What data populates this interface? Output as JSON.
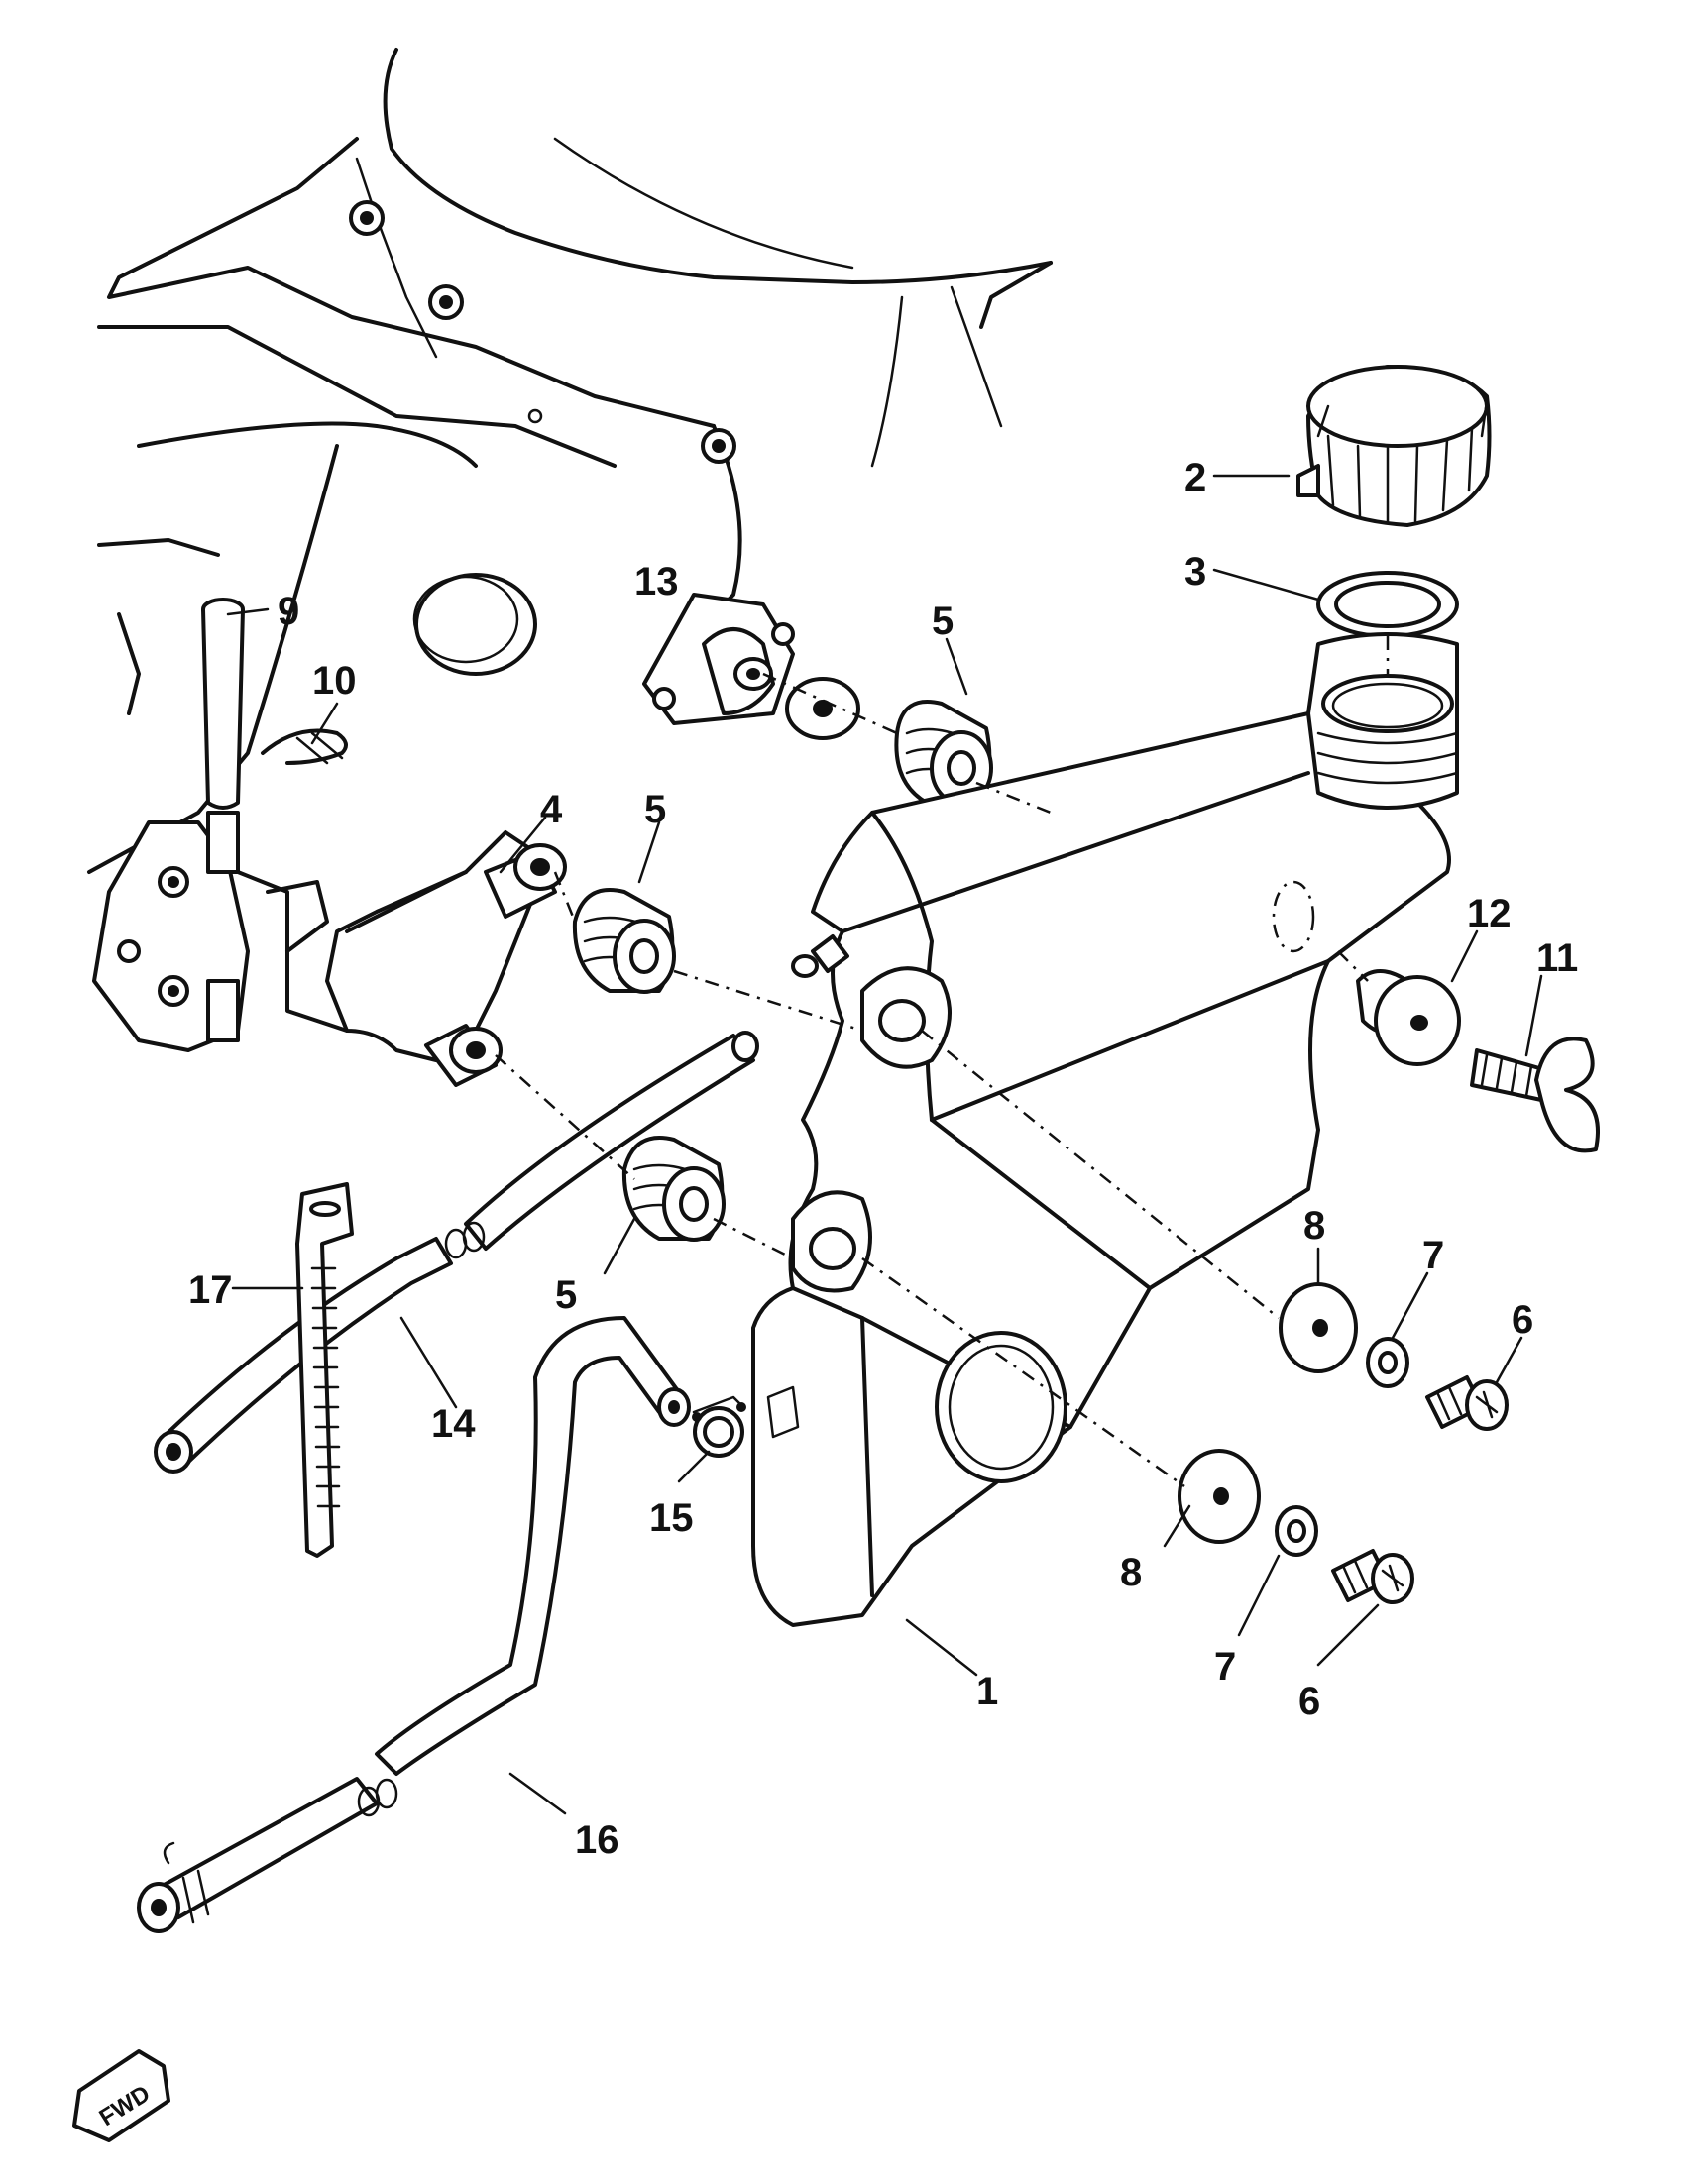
{
  "diagram": {
    "callouts": {
      "c1": "1",
      "c2": "2",
      "c3": "3",
      "c4": "4",
      "c5a": "5",
      "c5b": "5",
      "c5c": "5",
      "c6a": "6",
      "c6b": "6",
      "c7a": "7",
      "c7b": "7",
      "c8a": "8",
      "c8b": "8",
      "c9": "9",
      "c10": "10",
      "c11": "11",
      "c12": "12",
      "c13": "13",
      "c14": "14",
      "c15": "15",
      "c16": "16",
      "c17": "17"
    },
    "fwd_label": "FWD"
  }
}
